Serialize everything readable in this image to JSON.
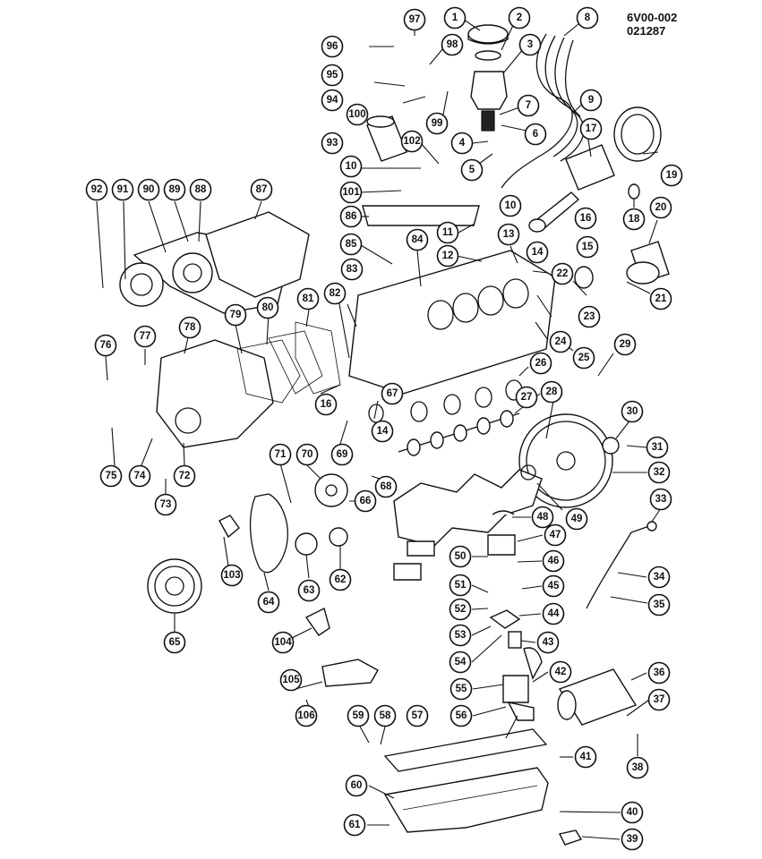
{
  "drawing": {
    "code_line1": "6V00-002",
    "code_line2": "021287"
  },
  "callouts": [
    "1",
    "2",
    "3",
    "4",
    "5",
    "6",
    "7",
    "8",
    "9",
    "10",
    "10",
    "10",
    "11",
    "12",
    "13",
    "14",
    "14",
    "15",
    "16",
    "16",
    "17",
    "18",
    "19",
    "20",
    "21",
    "22",
    "23",
    "24",
    "25",
    "26",
    "27",
    "28",
    "29",
    "30",
    "31",
    "32",
    "33",
    "34",
    "35",
    "36",
    "37",
    "38",
    "39",
    "40",
    "41",
    "42",
    "43",
    "44",
    "45",
    "46",
    "47",
    "48",
    "49",
    "50",
    "51",
    "52",
    "53",
    "54",
    "55",
    "56",
    "57",
    "58",
    "59",
    "60",
    "61",
    "62",
    "63",
    "64",
    "65",
    "66",
    "67",
    "68",
    "69",
    "70",
    "71",
    "72",
    "73",
    "74",
    "75",
    "76",
    "77",
    "78",
    "79",
    "80",
    "81",
    "82",
    "83",
    "84",
    "85",
    "86",
    "87",
    "88",
    "89",
    "90",
    "91",
    "92",
    "93",
    "94",
    "95",
    "96",
    "97",
    "98",
    "99",
    "100",
    "101",
    "102",
    "103",
    "104",
    "105",
    "106"
  ]
}
